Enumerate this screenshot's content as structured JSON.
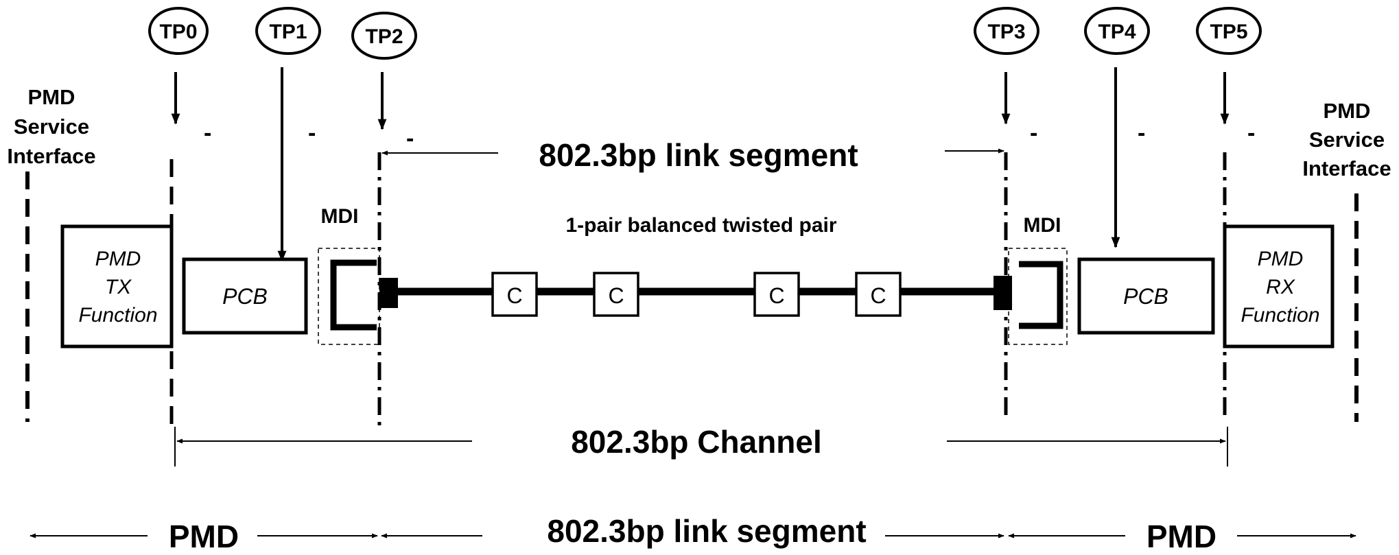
{
  "test_points": [
    "TP0",
    "TP1",
    "TP2",
    "TP3",
    "TP4",
    "TP5"
  ],
  "dash_marks": [
    "-",
    "-",
    "-",
    "-",
    "-",
    "-"
  ],
  "left_interface": [
    "PMD",
    "Service",
    "Interface"
  ],
  "right_interface": [
    "PMD",
    "Service",
    "Interface"
  ],
  "tx_box": [
    "PMD",
    "TX",
    "Function"
  ],
  "rx_box": [
    "PMD",
    "RX",
    "Function"
  ],
  "pcb_left": "PCB",
  "pcb_right": "PCB",
  "mdi_left": "MDI",
  "mdi_right": "MDI",
  "cable_label": "1-pair balanced twisted pair",
  "connectors": [
    "C",
    "C",
    "C",
    "C"
  ],
  "link_segment_top": "802.3bp link segment",
  "channel": "802.3bp Channel",
  "bottom": {
    "pmd_left": "PMD",
    "link_segment": "802.3bp link segment",
    "pmd_right": "PMD"
  }
}
